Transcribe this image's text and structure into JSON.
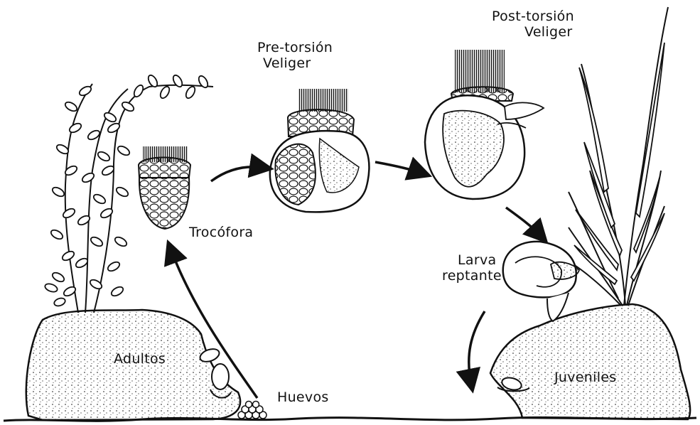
{
  "labels": {
    "pre_torsion_line1": "Pre-torsión",
    "pre_torsion_line2": "Veliger",
    "post_torsion_line1": "Post-torsión",
    "post_torsion_line2": "Veliger",
    "trocofora": "Trocófora",
    "larva_line1": "Larva",
    "larva_line2": "reptante",
    "adultos": "Adultos",
    "huevos": "Huevos",
    "juveniles": "Juveniles"
  },
  "colors": {
    "ink": "#111111",
    "background": "#ffffff"
  }
}
